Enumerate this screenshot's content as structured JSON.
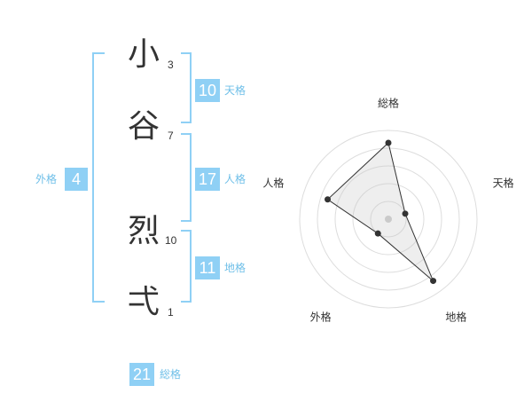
{
  "characters": [
    {
      "char": "小",
      "strokes": "3"
    },
    {
      "char": "谷",
      "strokes": "7"
    },
    {
      "char": "烈",
      "strokes": "10"
    },
    {
      "char": "弌",
      "strokes": "1"
    }
  ],
  "fortunes": {
    "tenkaku": {
      "label": "天格",
      "value": "10"
    },
    "jinkaku": {
      "label": "人格",
      "value": "17"
    },
    "chikaku": {
      "label": "地格",
      "value": "11"
    },
    "gaikaku": {
      "label": "外格",
      "value": "4"
    },
    "soukaku": {
      "label": "総格",
      "value": "21"
    }
  },
  "colors": {
    "accent": "#8fd0f5",
    "label": "#6fbfe8",
    "text": "#333333"
  },
  "chart_data": {
    "type": "radar",
    "axes": [
      "総格",
      "天格",
      "地格",
      "外格",
      "人格"
    ],
    "values": [
      4.3,
      1.0,
      4.3,
      1.0,
      3.6
    ],
    "rmax": 5,
    "rings": 5
  }
}
